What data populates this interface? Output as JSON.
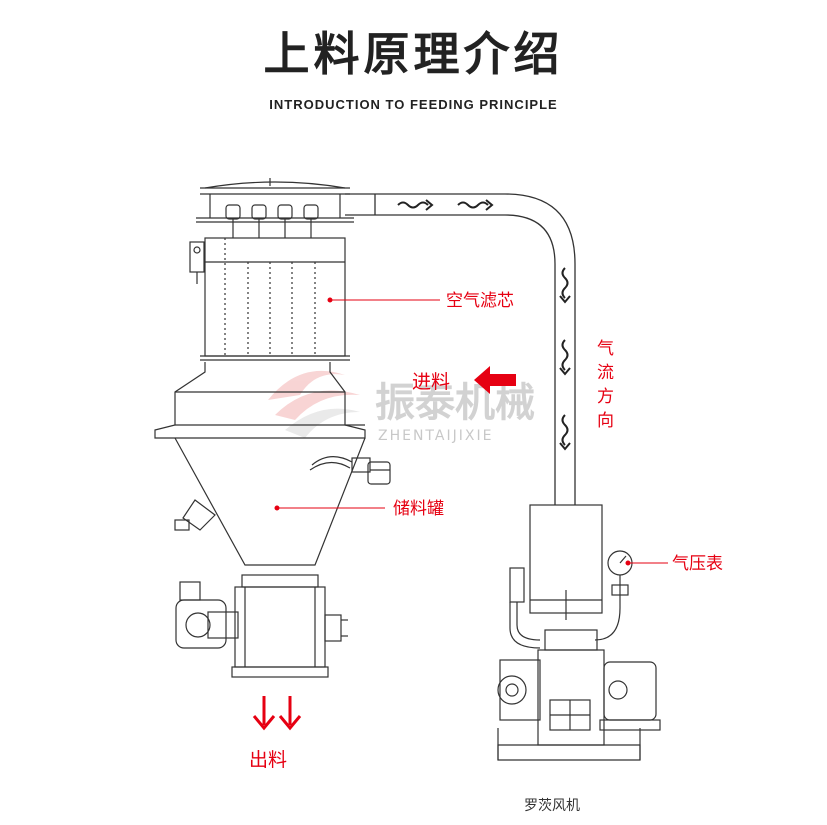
{
  "header": {
    "title": "上料原理介绍",
    "subtitle": "INTRODUCTION TO FEEDING PRINCIPLE"
  },
  "labels": {
    "filter": "空气滤芯",
    "feed_in": "进料",
    "airflow": [
      "气",
      "流",
      "方",
      "向"
    ],
    "tank": "储料罐",
    "gauge": "气压表",
    "discharge": "出料",
    "blower": "罗茨风机"
  },
  "watermark": {
    "brand": "振泰机械",
    "pinyin": "ZHENTAIJIXIE"
  },
  "colors": {
    "accent": "#e60012",
    "line": "#333333",
    "watermark": "#c8c8c8"
  }
}
